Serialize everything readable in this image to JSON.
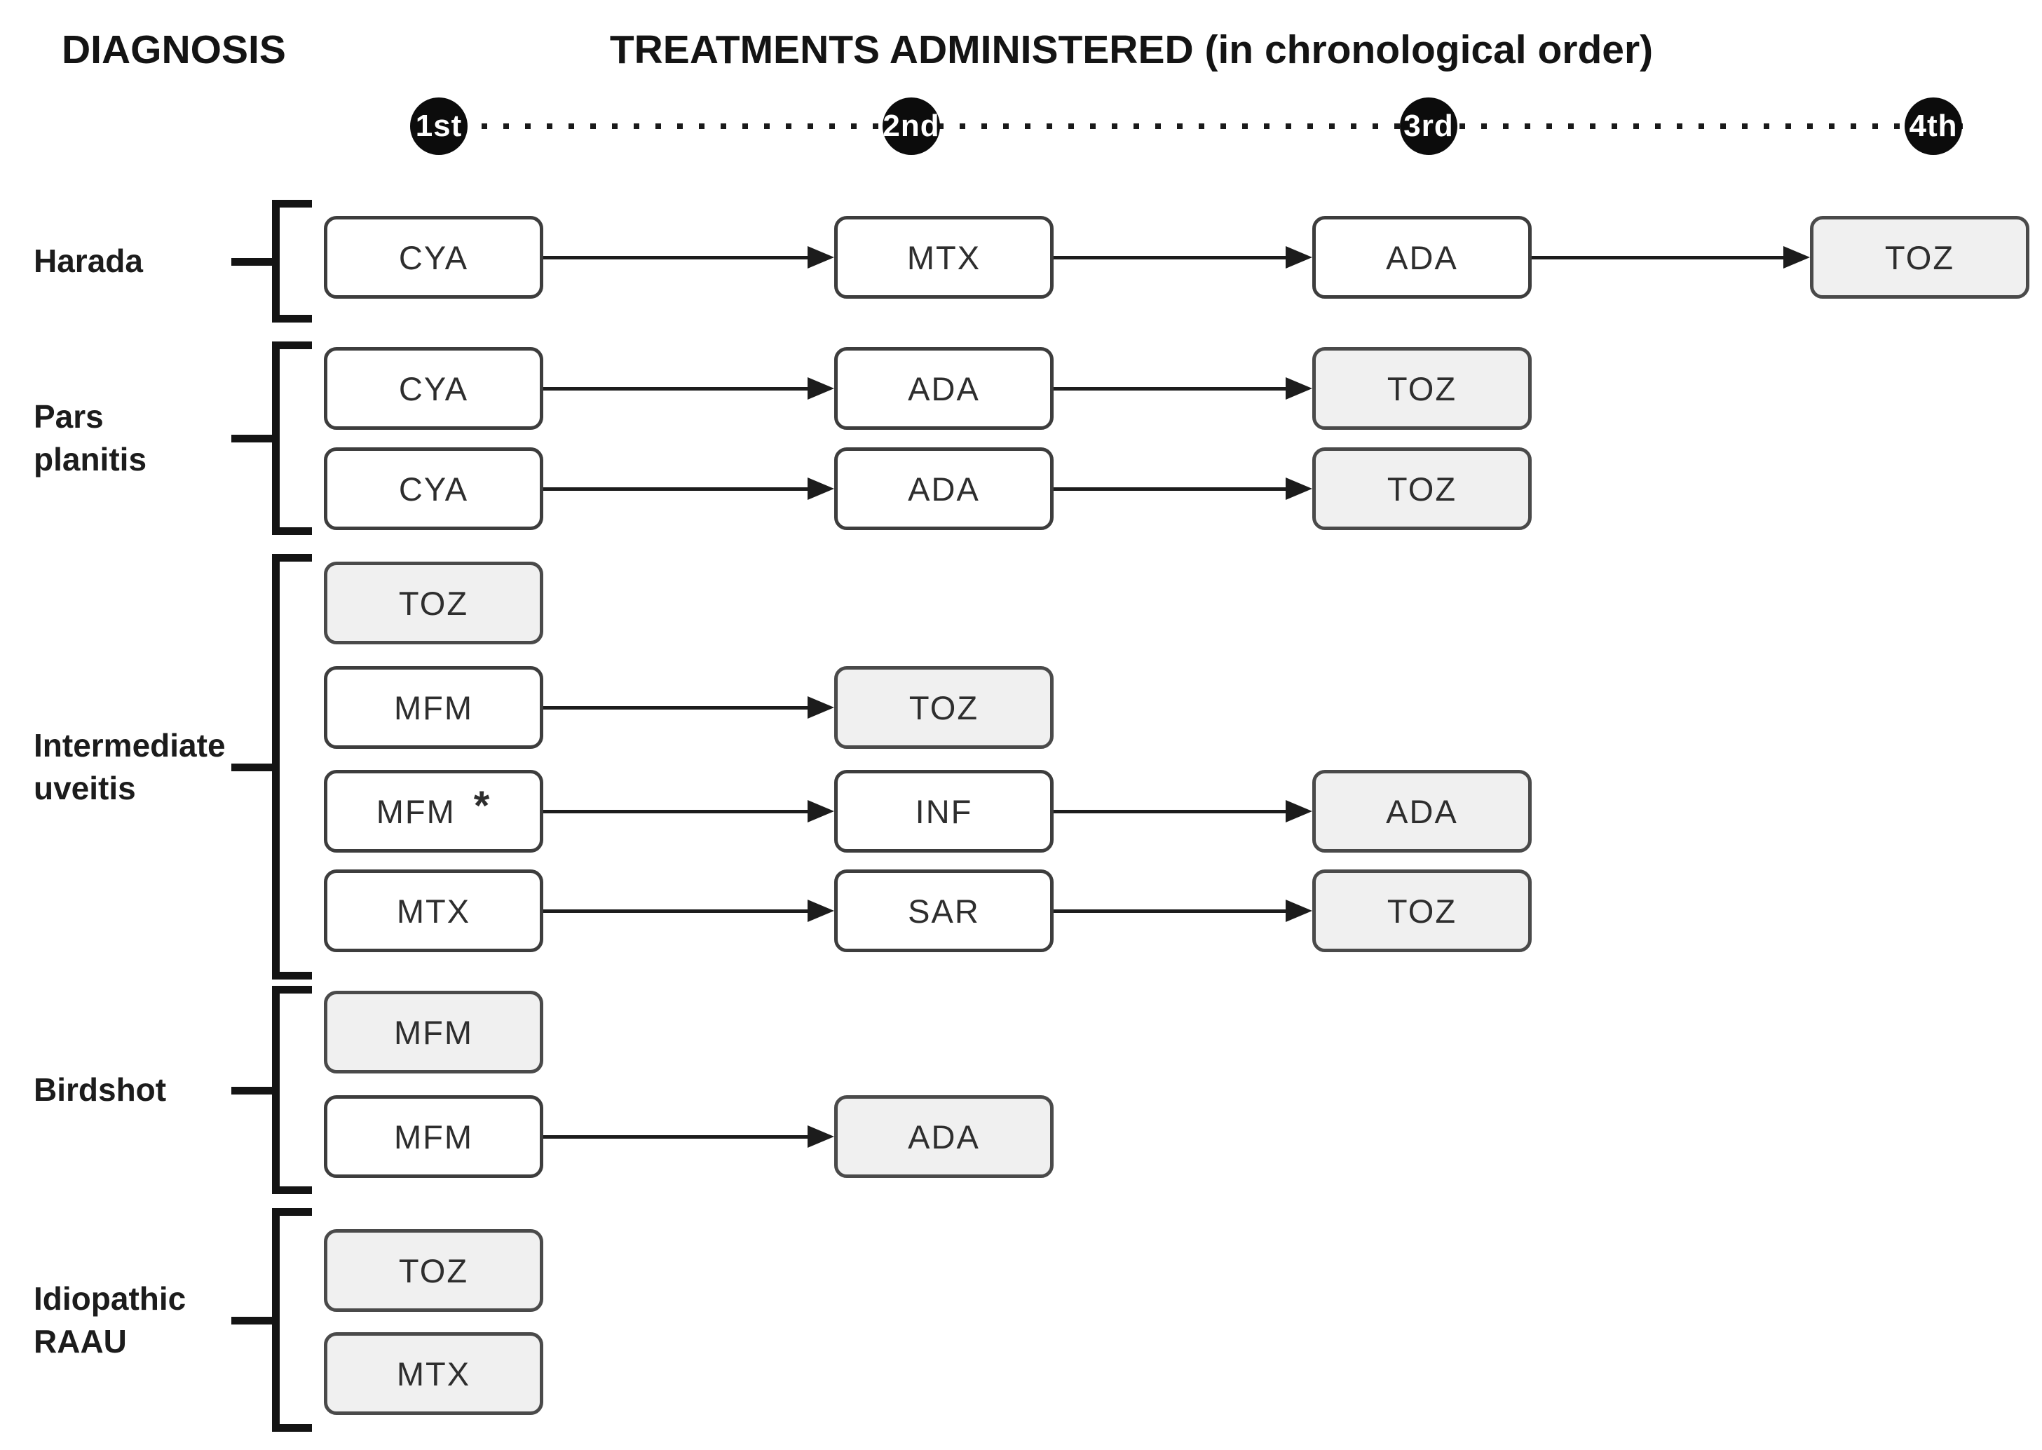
{
  "header": {
    "diagnosis": "DIAGNOSIS",
    "treatments": "TREATMENTS ADMINISTERED (in chronological order)"
  },
  "timeline": {
    "milestones": [
      {
        "label": "1st"
      },
      {
        "label": "2nd"
      },
      {
        "label": "3rd"
      },
      {
        "label": "4th"
      }
    ]
  },
  "colors": {
    "box_border": "#3d3d3d",
    "box_fill_white": "#ffffff",
    "box_fill_gray": "#f0f0f0",
    "line_black": "#1a1a1a",
    "milestone_fill": "#0c0c0c",
    "milestone_text": "#ffffff",
    "text": "#2e2e2e"
  },
  "sections": [
    {
      "name": "Harada",
      "label_lines": [
        "Harada"
      ],
      "rows": [
        {
          "boxes": [
            {
              "label": "CYA",
              "variant": "white"
            },
            {
              "label": "MTX",
              "variant": "white"
            },
            {
              "label": "ADA",
              "variant": "white"
            },
            {
              "label": "TOZ",
              "variant": "gray"
            }
          ]
        }
      ]
    },
    {
      "name": "Pars planitis",
      "label_lines": [
        "Pars",
        "planitis"
      ],
      "rows": [
        {
          "boxes": [
            {
              "label": "CYA",
              "variant": "white"
            },
            {
              "label": "ADA",
              "variant": "white"
            },
            {
              "label": "TOZ",
              "variant": "gray"
            }
          ]
        },
        {
          "boxes": [
            {
              "label": "CYA",
              "variant": "white"
            },
            {
              "label": "ADA",
              "variant": "white"
            },
            {
              "label": "TOZ",
              "variant": "gray"
            }
          ]
        }
      ]
    },
    {
      "name": "Intermediate uveitis",
      "label_lines": [
        "Intermediate",
        "uveitis"
      ],
      "rows": [
        {
          "boxes": [
            {
              "label": "TOZ",
              "variant": "gray"
            }
          ]
        },
        {
          "boxes": [
            {
              "label": "MFM",
              "variant": "white"
            },
            {
              "label": "TOZ",
              "variant": "gray"
            }
          ]
        },
        {
          "boxes": [
            {
              "label": "MFM",
              "variant": "white",
              "marker": "*"
            },
            {
              "label": "INF",
              "variant": "white"
            },
            {
              "label": "ADA",
              "variant": "gray"
            }
          ]
        },
        {
          "boxes": [
            {
              "label": "MTX",
              "variant": "white"
            },
            {
              "label": "SAR",
              "variant": "white"
            },
            {
              "label": "TOZ",
              "variant": "gray"
            }
          ]
        }
      ]
    },
    {
      "name": "Birdshot",
      "label_lines": [
        "Birdshot"
      ],
      "rows": [
        {
          "boxes": [
            {
              "label": "MFM",
              "variant": "gray"
            }
          ]
        },
        {
          "boxes": [
            {
              "label": "MFM",
              "variant": "white"
            },
            {
              "label": "ADA",
              "variant": "gray"
            }
          ]
        }
      ]
    },
    {
      "name": "Idiopathic RAAU",
      "label_lines": [
        "Idiopathic",
        "RAAU"
      ],
      "rows": [
        {
          "boxes": [
            {
              "label": "TOZ",
              "variant": "gray"
            }
          ]
        },
        {
          "boxes": [
            {
              "label": "MTX",
              "variant": "gray"
            }
          ]
        }
      ]
    }
  ]
}
